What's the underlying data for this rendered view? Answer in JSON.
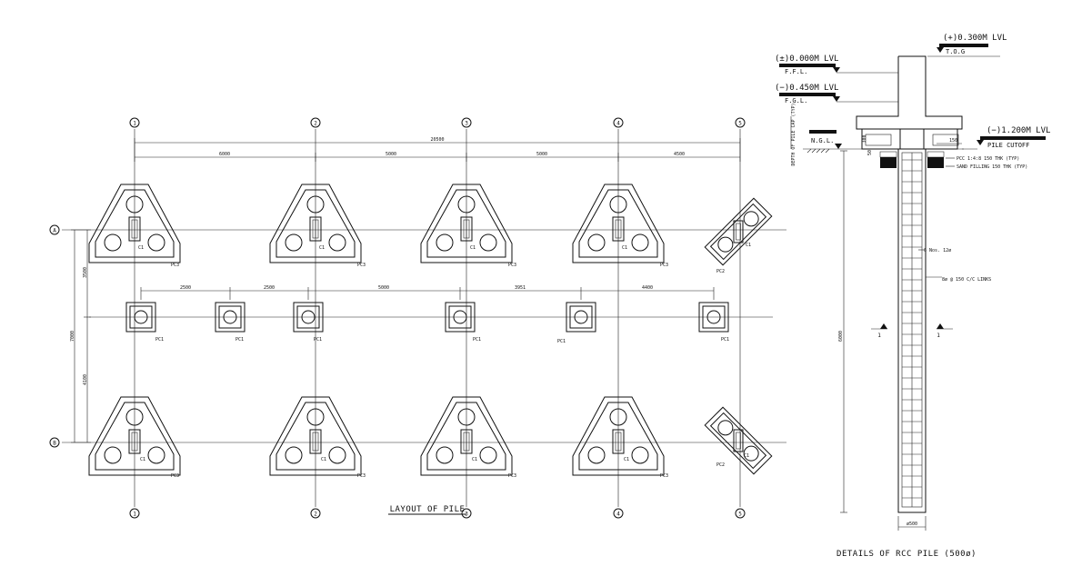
{
  "layout": {
    "title": "LAYOUT OF PILE",
    "grid_cols": [
      "1",
      "2",
      "3",
      "4",
      "5"
    ],
    "grid_rows": [
      "A",
      "B"
    ],
    "dim_total": "20500",
    "dim_spans": [
      "6000",
      "5000",
      "5000",
      "4500"
    ],
    "dim_mid": [
      "2500",
      "2500",
      "5000",
      "3951",
      "4400"
    ],
    "dim_left": [
      "3500",
      "7000",
      "4100"
    ],
    "column_label": "C1",
    "pc3_label": "PC3",
    "pc2_label": "PC2",
    "pc1_label": "PC1"
  },
  "detail": {
    "title": "DETAILS OF RCC PILE (500ø)",
    "levels": {
      "tog_value": "(+)0.300M LVL",
      "tog_tag": "T.O.G",
      "ffl_value": "(±)0.000M LVL",
      "ffl_tag": "F.F.L.",
      "fgl_value": "(−)0.450M LVL",
      "fgl_tag": "F.G.L.",
      "ngl_tag": "N.G.L.",
      "cutoff_value": "(−)1.200M LVL",
      "cutoff_tag": "PILE CUTOFF"
    },
    "notes": {
      "pcc": "PCC 1:4:8 150 THK (TYP)",
      "sand": "SAND FILLING 150 THK (TYP)",
      "bars": "6 Nos. 12ø",
      "links": "8ø @ 150 C/C LINKS",
      "depth": "DEPTH OF PILE CAP (TYP)"
    },
    "dims": {
      "length": "6000",
      "dia": "ø500",
      "cap_top": "300",
      "cap_side": "150",
      "cover": "50"
    },
    "section_mark": "1"
  }
}
